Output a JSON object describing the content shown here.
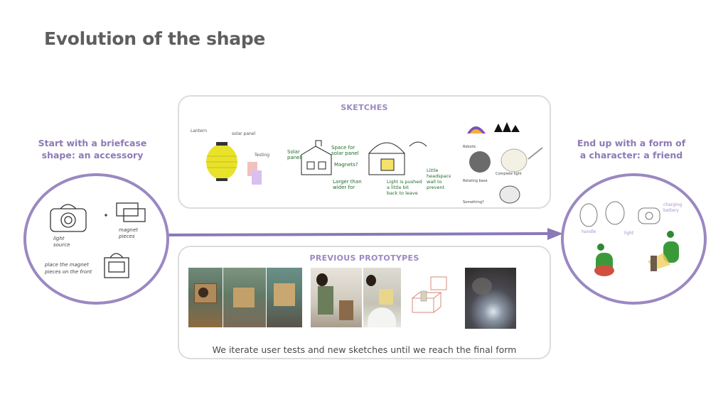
{
  "title": "Evolution of the shape",
  "start_label": "Start with a briefcase shape: an accessory",
  "end_label": "End up with a form of a character: a friend",
  "sketches": {
    "title": "SKETCHES"
  },
  "prototypes": {
    "title": "PREVIOUS PROTOTYPES",
    "caption": "We iterate user tests and new sketches until we reach the final form"
  },
  "colors": {
    "accent": "#9a88c2",
    "title": "#5e5e5e",
    "label": "#8e7ab5",
    "panel_border": "#dcdcdc"
  },
  "icons": [
    "arrow-right-icon"
  ]
}
